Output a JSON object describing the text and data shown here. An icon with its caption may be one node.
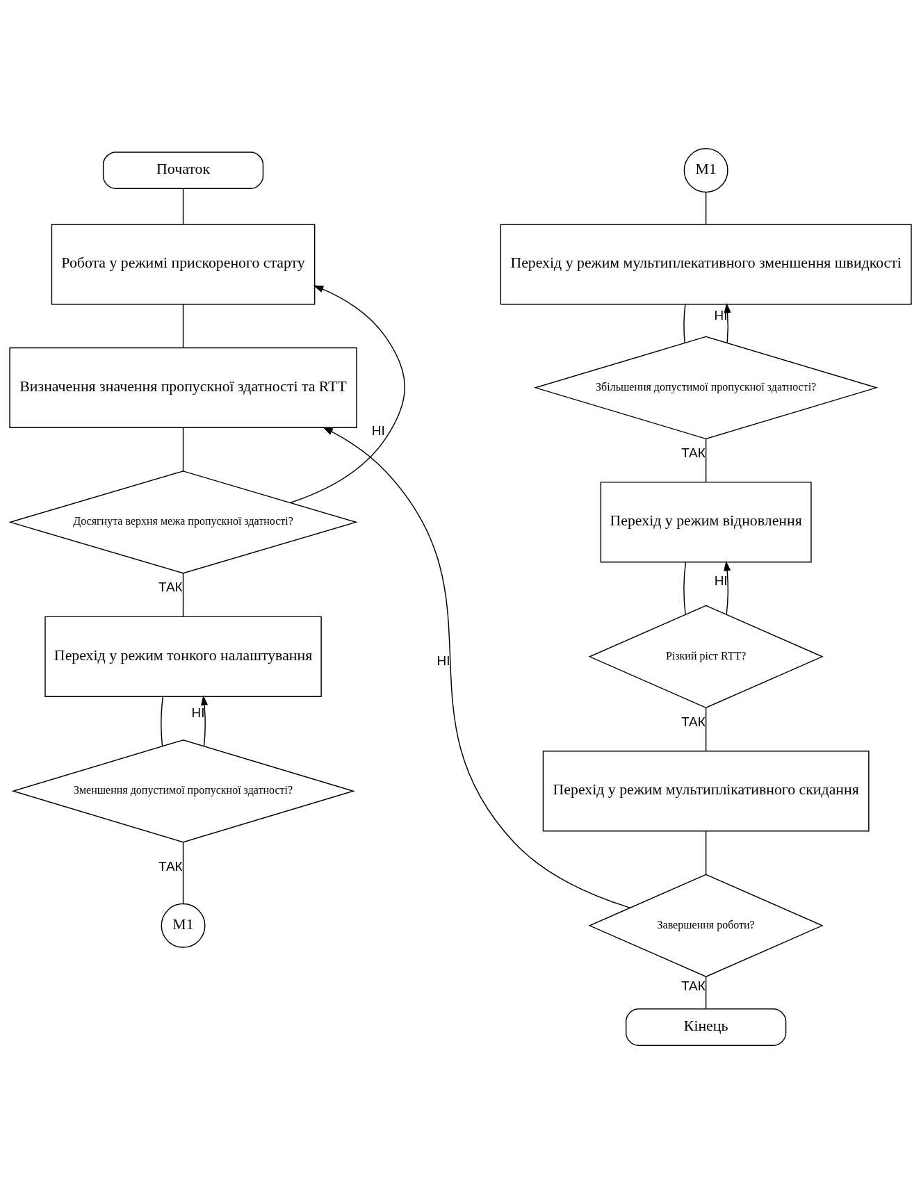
{
  "diagram": {
    "nodes": [
      {
        "text": [
          "Початок"
        ]
      },
      {
        "text": [
          "Робота у режимі прискореного старту"
        ]
      },
      {
        "text": [
          "Визначення значення пропускної здатності та RTT"
        ]
      },
      {
        "text": [
          "Досягнута верхня межа пропускної здатності?"
        ]
      },
      {
        "text": [
          "Перехід у режим тонкого налаштування"
        ]
      },
      {
        "text": [
          "Зменшення допустимої пропускної здатності?"
        ]
      },
      {
        "text": [
          "M1"
        ]
      },
      {
        "text": [
          "M1"
        ]
      },
      {
        "text": [
          "Перехід у режим мультиплекативного зменшення швидкості"
        ]
      },
      {
        "text": [
          "Збільшення допустимої пропускної здатності?"
        ]
      },
      {
        "text": [
          "Перехід у режим відновлення"
        ]
      },
      {
        "text": [
          "Різкий ріст RTT?"
        ]
      },
      {
        "text": [
          "Перехід у режим мультиплікативного скидання"
        ]
      },
      {
        "text": [
          "Завершення роботи?"
        ]
      },
      {
        "text": [
          "Кінець"
        ]
      }
    ],
    "edges": [
      {
        "from": 0,
        "to": 1,
        "arrow": "none"
      },
      {
        "from": 1,
        "to": 2,
        "arrow": "none"
      },
      {
        "from": 2,
        "to": 3,
        "arrow": "none"
      },
      {
        "from": 3,
        "to": 1,
        "arrow": "to",
        "label": "НІ"
      },
      {
        "from": 3,
        "to": 4,
        "arrow": "none",
        "label": "ТАК"
      },
      {
        "from": 4,
        "to": 5,
        "arrow": "none"
      },
      {
        "from": 5,
        "to": 4,
        "arrow": "to",
        "label": "НІ"
      },
      {
        "from": 5,
        "to": 6,
        "arrow": "none",
        "label": "ТАК"
      },
      {
        "from": 7,
        "to": 8,
        "arrow": "none"
      },
      {
        "from": 8,
        "to": 9,
        "arrow": "none"
      },
      {
        "from": 9,
        "to": 8,
        "arrow": "to",
        "label": "НІ"
      },
      {
        "from": 9,
        "to": 10,
        "arrow": "none",
        "label": "ТАК"
      },
      {
        "from": 10,
        "to": 11,
        "arrow": "none"
      },
      {
        "from": 11,
        "to": 10,
        "arrow": "to",
        "label": "НІ"
      },
      {
        "from": 11,
        "to": 12,
        "arrow": "none",
        "label": "ТАК"
      },
      {
        "from": 12,
        "to": 13,
        "arrow": "none"
      },
      {
        "from": 13,
        "to": 2,
        "arrow": "to",
        "label": "НІ"
      },
      {
        "from": 13,
        "to": 14,
        "arrow": "none",
        "label": "ТАК"
      }
    ]
  }
}
